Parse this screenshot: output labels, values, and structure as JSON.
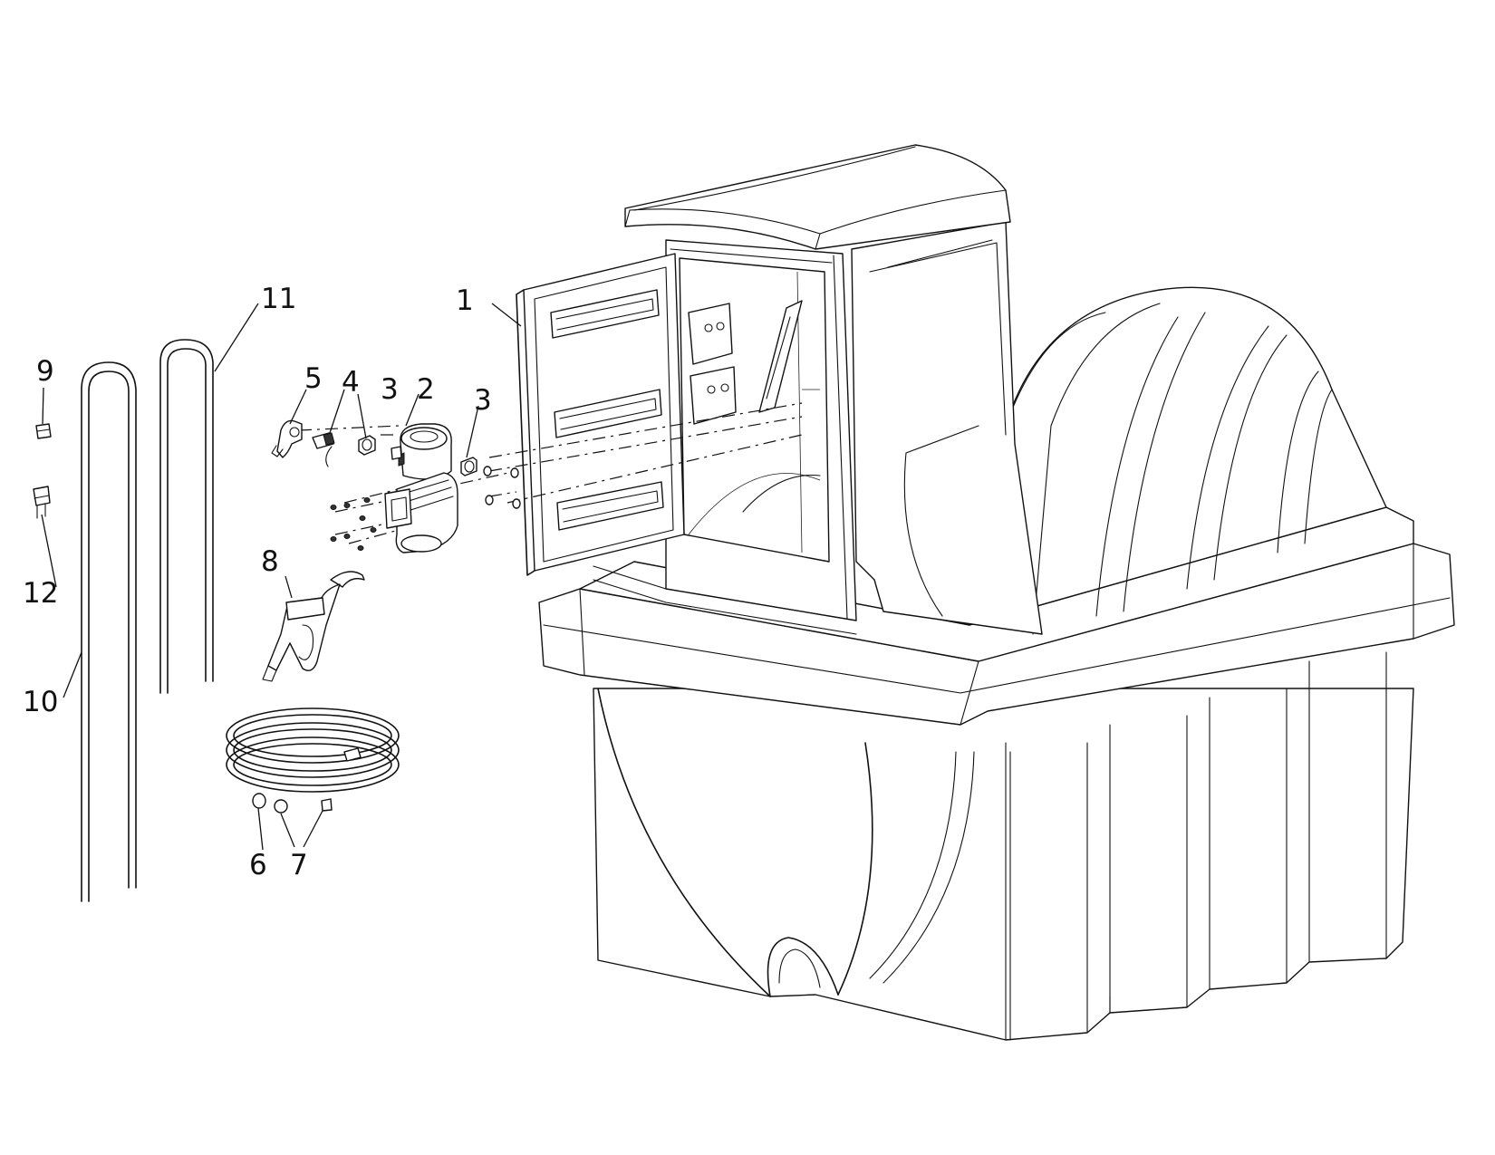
{
  "callouts": [
    {
      "id": "1",
      "label": "1"
    },
    {
      "id": "2",
      "label": "2"
    },
    {
      "id": "3a",
      "label": "3"
    },
    {
      "id": "3b",
      "label": "3"
    },
    {
      "id": "4",
      "label": "4"
    },
    {
      "id": "5",
      "label": "5"
    },
    {
      "id": "6",
      "label": "6"
    },
    {
      "id": "7",
      "label": "7"
    },
    {
      "id": "8",
      "label": "8"
    },
    {
      "id": "9",
      "label": "9"
    },
    {
      "id": "10",
      "label": "10"
    },
    {
      "id": "11",
      "label": "11"
    },
    {
      "id": "12",
      "label": "12"
    }
  ],
  "colors": {
    "line": "#111111",
    "background": "#ffffff"
  }
}
